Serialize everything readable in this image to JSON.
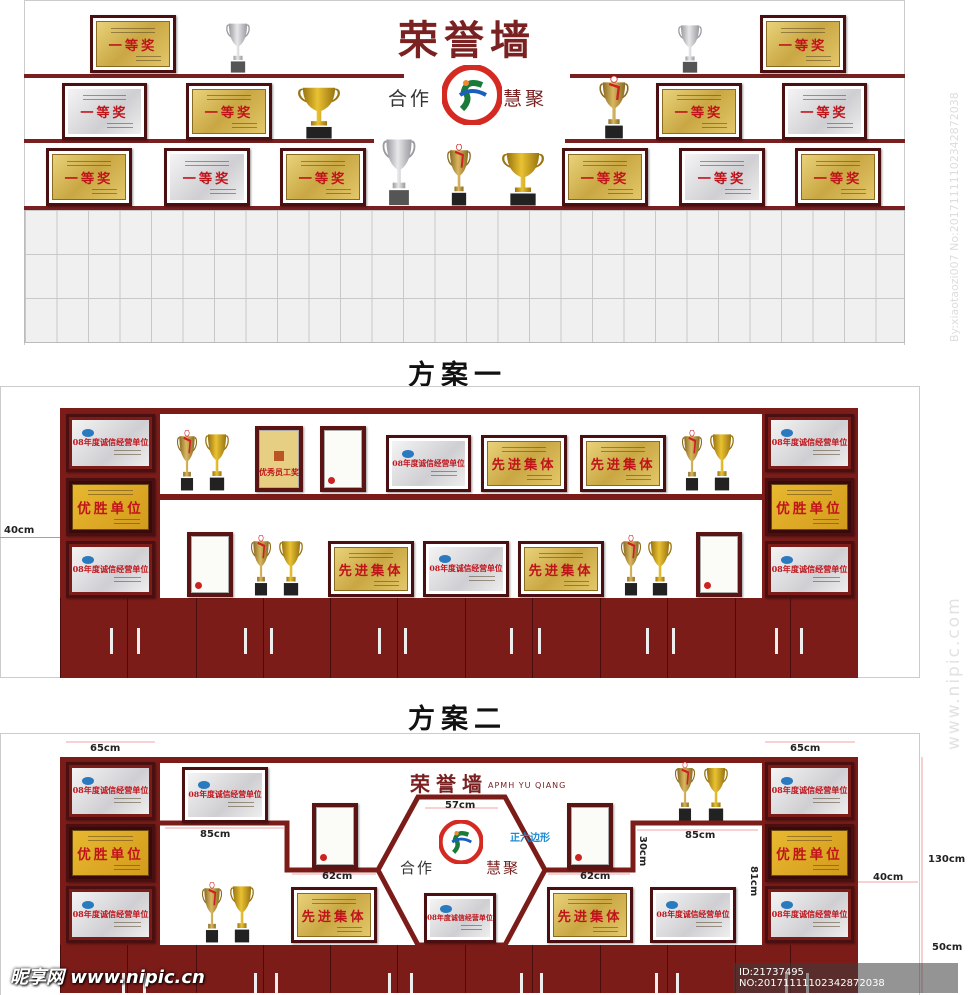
{
  "panel1": {
    "title": "荣誉墙",
    "slogan_left": "合作",
    "slogan_right": "慧聚"
  },
  "scheme1_label": "方案一",
  "scheme2_label": "方案二",
  "panel3": {
    "title": "荣誉墙",
    "title_en": "APMH YU QIANG",
    "slogan_left": "合作",
    "slogan_right": "慧聚",
    "hex_label": "正六边形"
  },
  "plaque_text": {
    "first_prize": "一等奖",
    "honesty": "08年度诚信经营单位",
    "winner": "优胜单位",
    "advanced": "先进集体",
    "employee": "优秀员工奖"
  },
  "dimensions": {
    "d40_p2": "40cm",
    "d65_left": "65cm",
    "d65_right": "65cm",
    "d57": "57cm",
    "d85_left": "85cm",
    "d85_right": "85cm",
    "d62_left": "62cm",
    "d62_right": "62cm",
    "d30": "30cm",
    "d81": "81cm",
    "d40_p3": "40cm",
    "d130": "130cm",
    "d50": "50cm"
  },
  "watermark": {
    "site": "昵享网 www.nipic.cn",
    "id": "ID:21737495 NO:20171111102342872038",
    "vertical": "By:xiaotaozi007 No:20171111102342872038",
    "side": "www.nipic.com"
  },
  "colors": {
    "maroon": "#7b1c19",
    "title": "#7a2222",
    "red_text": "#c0141b",
    "hex_label": "#1a8ad4"
  }
}
